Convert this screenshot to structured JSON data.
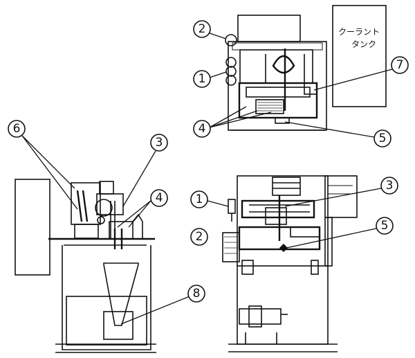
{
  "tank_label_line1": "クーラント",
  "tank_label_line2": "タンク",
  "callouts": {
    "top_2": "2",
    "top_1": "1",
    "top_7": "7",
    "top_4": "4",
    "top_5": "5",
    "left_6": "6",
    "left_3": "3",
    "left_4": "4",
    "left_8": "8",
    "front_1": "1",
    "front_3": "3",
    "front_2": "2",
    "front_5": "5"
  }
}
